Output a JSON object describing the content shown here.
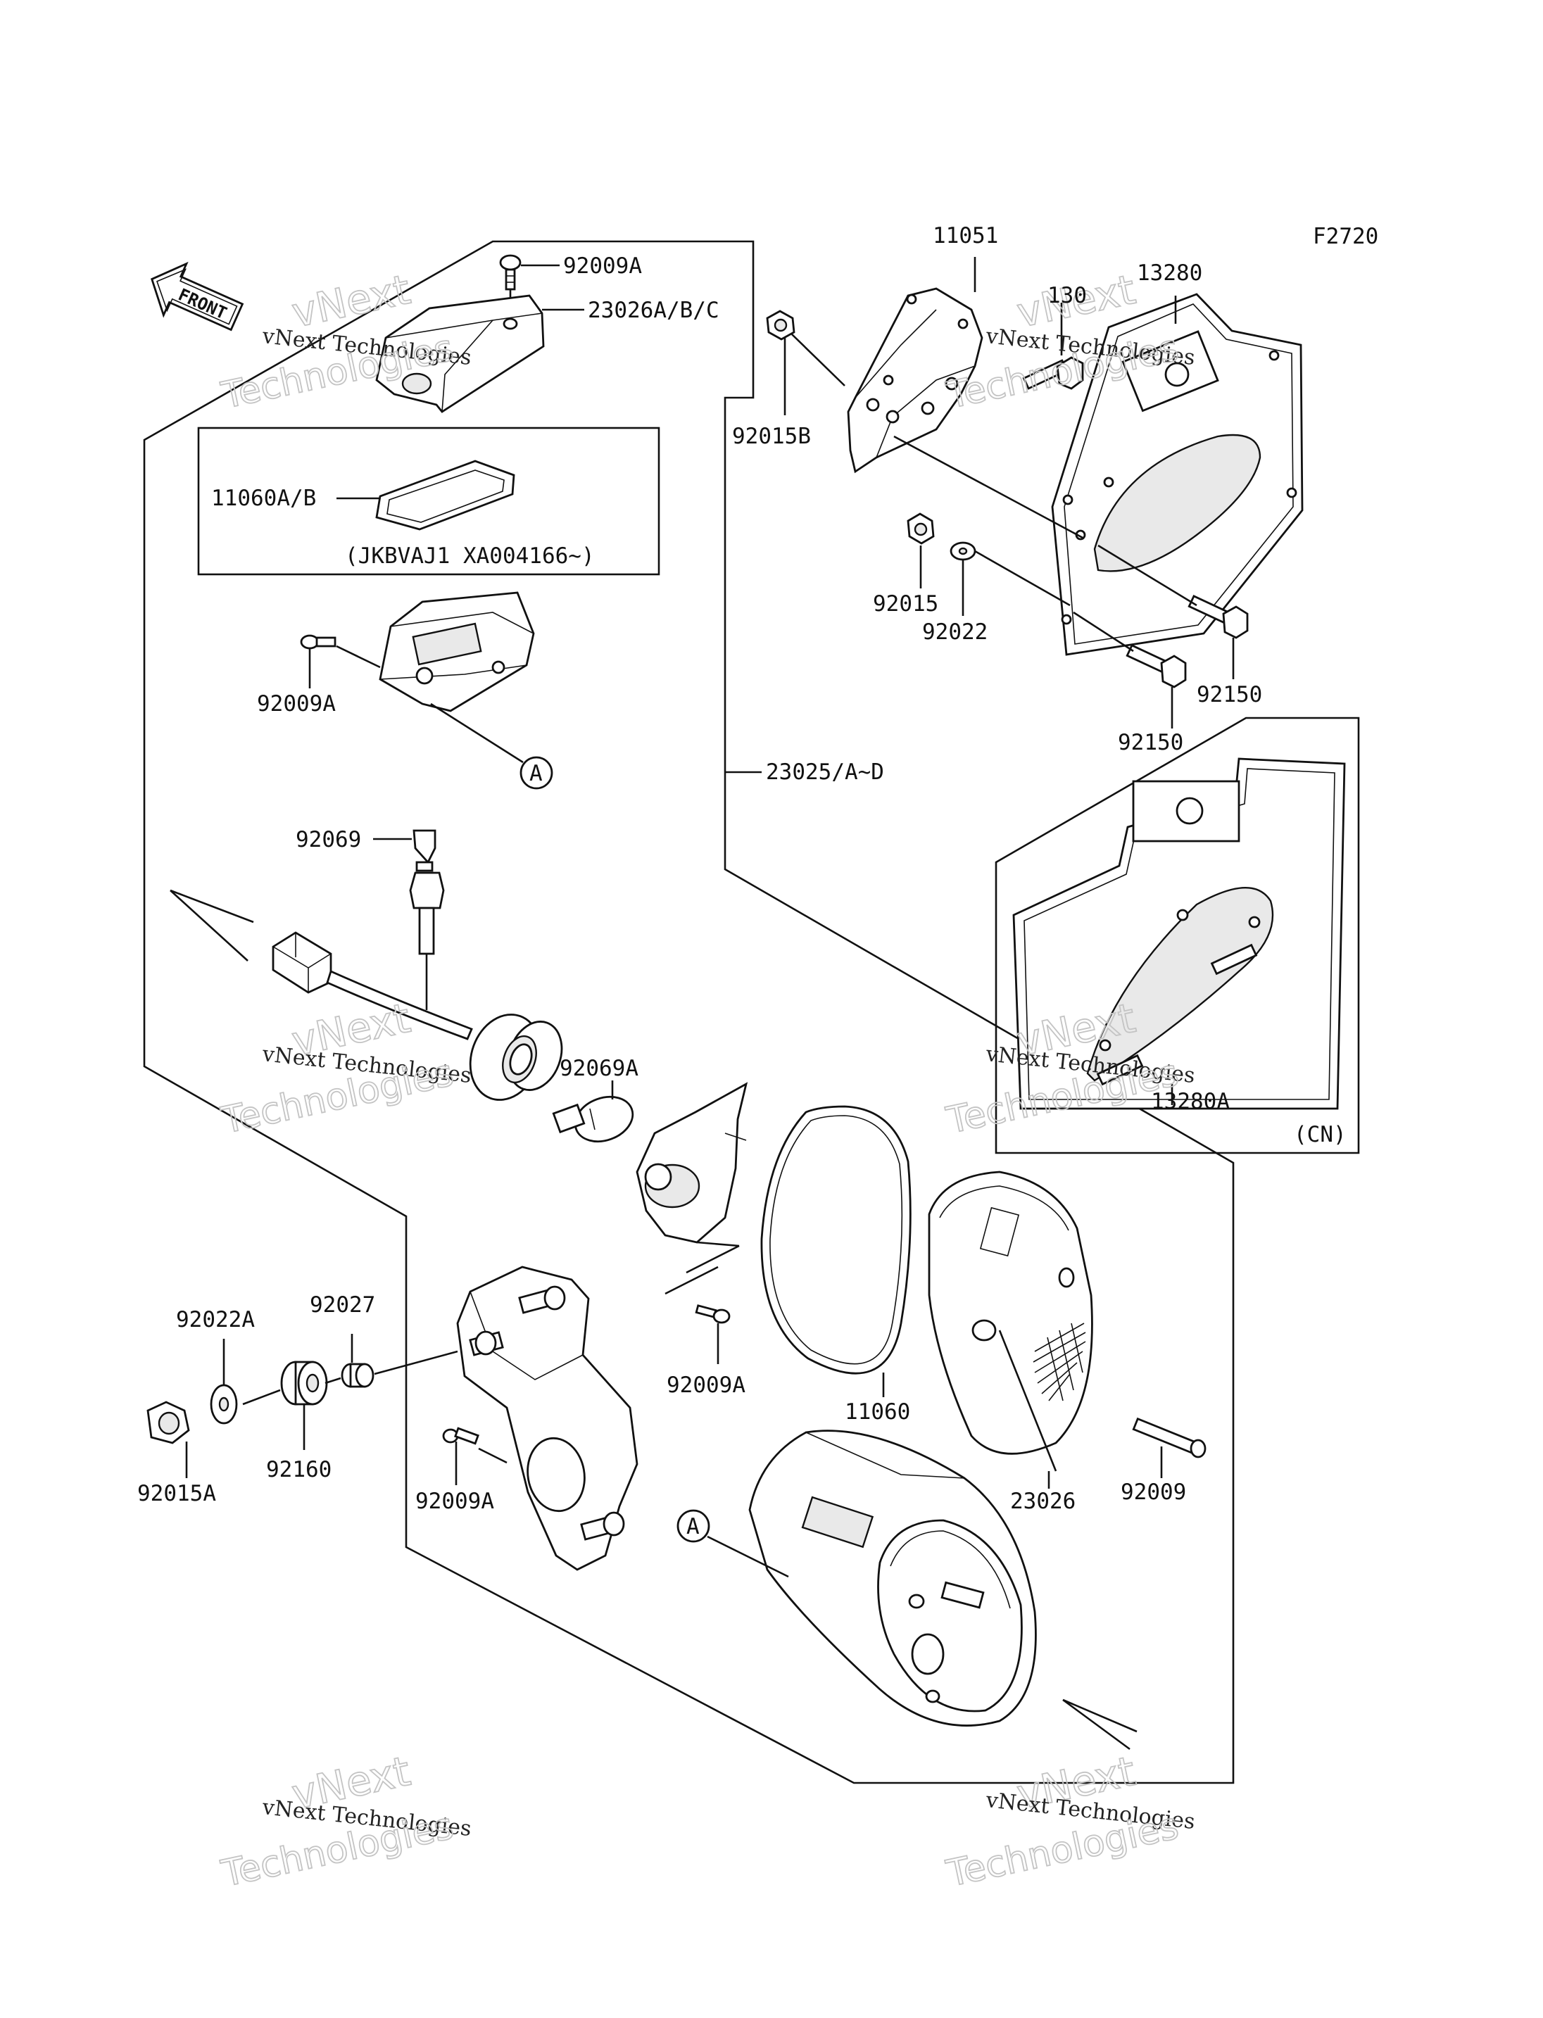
{
  "figure_code": "F2720",
  "front_label": "FRONT",
  "circle_ref": "A",
  "range_note": "(JKBVAJ1 XA004166~)",
  "market_note": "(CN)",
  "watermark": {
    "line1": "vNext",
    "line2": "vNext Technologies",
    "line3": "Technologies"
  },
  "parts": {
    "p92009A_top": "92009A",
    "p23026ABC": "23026A/B/C",
    "p11060AB": "11060A/B",
    "p92009A_left": "92009A",
    "p92069": "92069",
    "p92069A": "92069A",
    "p23025AD": "23025/A~D",
    "p11051": "11051",
    "p130": "130",
    "p13280": "13280",
    "p92015B": "92015B",
    "p92015": "92015",
    "p92022": "92022",
    "p92150_a": "92150",
    "p92150_b": "92150",
    "p13280A": "13280A",
    "p92022A": "92022A",
    "p92027": "92027",
    "p92015A": "92015A",
    "p92160": "92160",
    "p92009A_mid": "92009A",
    "p92009A_bot": "92009A",
    "p11060": "11060",
    "p23026": "23026",
    "p92009": "92009"
  }
}
